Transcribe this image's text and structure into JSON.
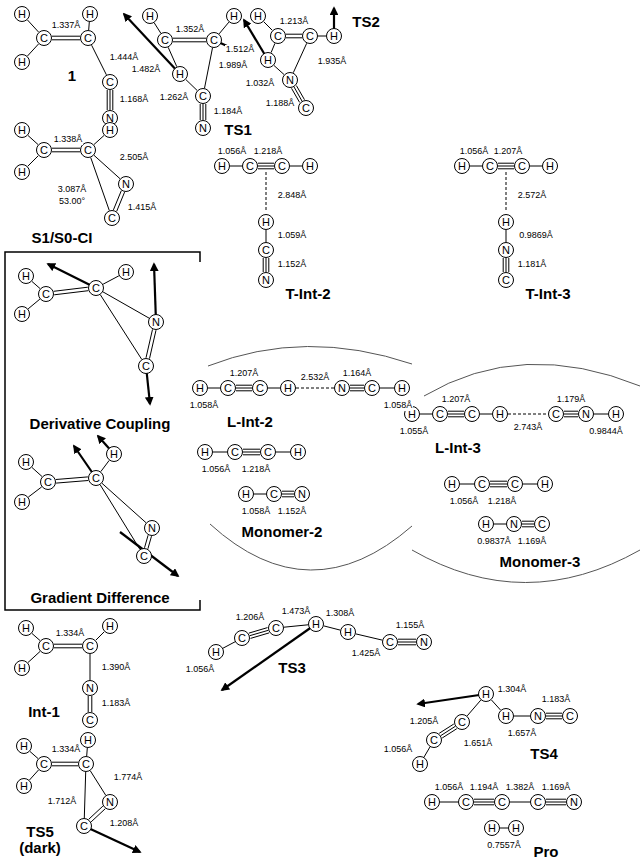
{
  "diagram": {
    "nodes": [
      {
        "text": [
          "H"
        ]
      },
      {
        "text": [
          "C"
        ]
      },
      {
        "text": [
          "C"
        ]
      },
      {
        "text": [
          "H"
        ]
      },
      {
        "text": [
          "H"
        ]
      },
      {
        "text": [
          "C"
        ]
      },
      {
        "text": [
          "N"
        ]
      },
      {
        "text": [
          "H"
        ]
      },
      {
        "text": [
          "C"
        ]
      },
      {
        "text": [
          "C"
        ]
      },
      {
        "text": [
          "H"
        ]
      },
      {
        "text": [
          "H"
        ]
      },
      {
        "text": [
          "C"
        ]
      },
      {
        "text": [
          "N"
        ]
      },
      {
        "text": [
          "H"
        ]
      },
      {
        "text": [
          "C"
        ]
      },
      {
        "text": [
          "C"
        ]
      },
      {
        "text": [
          "H"
        ]
      },
      {
        "text": [
          "H"
        ]
      },
      {
        "text": [
          "N"
        ]
      },
      {
        "text": [
          "C"
        ]
      },
      {
        "text": [
          "H"
        ]
      },
      {
        "text": [
          "C"
        ]
      },
      {
        "text": [
          "C"
        ]
      },
      {
        "text": [
          "H"
        ]
      },
      {
        "text": [
          "H"
        ]
      },
      {
        "text": [
          "N"
        ]
      },
      {
        "text": [
          "C"
        ]
      },
      {
        "text": [
          "H"
        ]
      },
      {
        "text": [
          "C"
        ]
      },
      {
        "text": [
          "C"
        ]
      },
      {
        "text": [
          "H"
        ]
      },
      {
        "text": [
          "H"
        ]
      },
      {
        "text": [
          "N"
        ]
      },
      {
        "text": [
          "C"
        ]
      },
      {
        "text": [
          "H"
        ]
      },
      {
        "text": [
          "C"
        ]
      },
      {
        "text": [
          "C"
        ]
      },
      {
        "text": [
          "H"
        ]
      },
      {
        "text": [
          "H"
        ]
      },
      {
        "text": [
          "N"
        ]
      },
      {
        "text": [
          "C"
        ]
      },
      {
        "text": [
          "H"
        ]
      },
      {
        "text": [
          "C"
        ]
      },
      {
        "text": [
          "C"
        ]
      },
      {
        "text": [
          "H"
        ]
      },
      {
        "text": [
          "H"
        ]
      },
      {
        "text": [
          "C"
        ]
      },
      {
        "text": [
          "N"
        ]
      },
      {
        "text": [
          "H"
        ]
      },
      {
        "text": [
          "C"
        ]
      },
      {
        "text": [
          "C"
        ]
      },
      {
        "text": [
          "H"
        ]
      },
      {
        "text": [
          "H"
        ]
      },
      {
        "text": [
          "N"
        ]
      },
      {
        "text": [
          "C"
        ]
      },
      {
        "text": [
          "H"
        ]
      },
      {
        "text": [
          "C"
        ]
      },
      {
        "text": [
          "C"
        ]
      },
      {
        "text": [
          "H"
        ]
      },
      {
        "text": [
          "N"
        ]
      },
      {
        "text": [
          "C"
        ]
      },
      {
        "text": [
          "H"
        ]
      },
      {
        "text": [
          "H"
        ]
      },
      {
        "text": [
          "C"
        ]
      },
      {
        "text": [
          "C"
        ]
      },
      {
        "text": [
          "H"
        ]
      },
      {
        "text": [
          "C"
        ]
      },
      {
        "text": [
          "N"
        ]
      },
      {
        "text": [
          "H"
        ]
      },
      {
        "text": [
          "H"
        ]
      },
      {
        "text": [
          "C"
        ]
      },
      {
        "text": [
          "C"
        ]
      },
      {
        "text": [
          "H"
        ]
      },
      {
        "text": [
          "H"
        ]
      },
      {
        "text": [
          "C"
        ]
      },
      {
        "text": [
          "N"
        ]
      },
      {
        "text": [
          "H"
        ]
      },
      {
        "text": [
          "C"
        ]
      },
      {
        "text": [
          "C"
        ]
      },
      {
        "text": [
          "H"
        ]
      },
      {
        "text": [
          "H"
        ]
      },
      {
        "text": [
          "N"
        ]
      },
      {
        "text": [
          "C"
        ]
      },
      {
        "text": [
          "H"
        ]
      },
      {
        "text": [
          "C"
        ]
      },
      {
        "text": [
          "C"
        ]
      },
      {
        "text": [
          "H"
        ]
      },
      {
        "text": [
          "H"
        ]
      },
      {
        "text": [
          "N"
        ]
      },
      {
        "text": [
          "C"
        ]
      },
      {
        "text": [
          "H"
        ]
      },
      {
        "text": [
          "C"
        ]
      },
      {
        "text": [
          "C"
        ]
      },
      {
        "text": [
          "H"
        ]
      },
      {
        "text": [
          "H"
        ]
      },
      {
        "text": [
          "C"
        ]
      },
      {
        "text": [
          "N"
        ]
      },
      {
        "text": [
          "H"
        ]
      },
      {
        "text": [
          "C"
        ]
      },
      {
        "text": [
          "C"
        ]
      },
      {
        "text": [
          "H"
        ]
      },
      {
        "text": [
          "H"
        ]
      },
      {
        "text": [
          "N"
        ]
      },
      {
        "text": [
          "C"
        ]
      },
      {
        "text": [
          "H"
        ]
      },
      {
        "text": [
          "C"
        ]
      },
      {
        "text": [
          "C"
        ]
      },
      {
        "text": [
          "H"
        ]
      },
      {
        "text": [
          "H"
        ]
      },
      {
        "text": [
          "N"
        ]
      },
      {
        "text": [
          "C"
        ]
      },
      {
        "text": [
          "H"
        ]
      },
      {
        "text": [
          "C"
        ]
      },
      {
        "text": [
          "C"
        ]
      },
      {
        "text": [
          "C"
        ]
      },
      {
        "text": [
          "N"
        ]
      },
      {
        "text": [
          "H"
        ]
      },
      {
        "text": [
          "H"
        ]
      }
    ],
    "edges": [
      {
        "from": 0,
        "to": 1,
        "arrow": "none"
      },
      {
        "from": 4,
        "to": 1,
        "arrow": "none"
      },
      {
        "from": 1,
        "to": 2,
        "arrow": "none"
      },
      {
        "from": 2,
        "to": 3,
        "arrow": "none"
      },
      {
        "from": 2,
        "to": 5,
        "arrow": "none"
      },
      {
        "from": 5,
        "to": 6,
        "arrow": "none"
      },
      {
        "from": 7,
        "to": 8,
        "arrow": "none"
      },
      {
        "from": 8,
        "to": 9,
        "arrow": "none"
      },
      {
        "from": 9,
        "to": 10,
        "arrow": "none"
      },
      {
        "from": 8,
        "to": 11,
        "arrow": "none"
      },
      {
        "from": 11,
        "to": 12,
        "arrow": "none"
      },
      {
        "from": 9,
        "to": 12,
        "arrow": "none"
      },
      {
        "from": 12,
        "to": 13,
        "arrow": "none"
      },
      {
        "from": 14,
        "to": 15,
        "arrow": "none"
      },
      {
        "from": 15,
        "to": 16,
        "arrow": "none"
      },
      {
        "from": 16,
        "to": 17,
        "arrow": "none"
      },
      {
        "from": 15,
        "to": 18,
        "arrow": "none"
      },
      {
        "from": 18,
        "to": 19,
        "arrow": "none"
      },
      {
        "from": 16,
        "to": 19,
        "arrow": "none"
      },
      {
        "from": 19,
        "to": 20,
        "arrow": "none"
      },
      {
        "from": 21,
        "to": 22,
        "arrow": "none"
      },
      {
        "from": 25,
        "to": 22,
        "arrow": "none"
      },
      {
        "from": 22,
        "to": 23,
        "arrow": "none"
      },
      {
        "from": 23,
        "to": 24,
        "arrow": "none"
      },
      {
        "from": 23,
        "to": 26,
        "arrow": "none"
      },
      {
        "from": 23,
        "to": 27,
        "arrow": "none"
      },
      {
        "from": 26,
        "to": 27,
        "arrow": "none"
      },
      {
        "from": 28,
        "to": 29,
        "arrow": "none"
      },
      {
        "from": 32,
        "to": 29,
        "arrow": "none"
      },
      {
        "from": 29,
        "to": 30,
        "arrow": "none"
      },
      {
        "from": 30,
        "to": 31,
        "arrow": "none"
      },
      {
        "from": 30,
        "to": 33,
        "arrow": "none"
      },
      {
        "from": 30,
        "to": 34,
        "arrow": "none"
      },
      {
        "from": 33,
        "to": 34,
        "arrow": "none"
      },
      {
        "from": 35,
        "to": 36,
        "arrow": "none"
      },
      {
        "from": 39,
        "to": 36,
        "arrow": "none"
      },
      {
        "from": 36,
        "to": 37,
        "arrow": "none"
      },
      {
        "from": 37,
        "to": 38,
        "arrow": "none"
      },
      {
        "from": 37,
        "to": 40,
        "arrow": "none"
      },
      {
        "from": 37,
        "to": 41,
        "arrow": "none"
      },
      {
        "from": 40,
        "to": 41,
        "arrow": "none"
      },
      {
        "from": 42,
        "to": 43,
        "arrow": "none"
      },
      {
        "from": 43,
        "to": 44,
        "arrow": "none"
      },
      {
        "from": 44,
        "to": 45,
        "arrow": "none"
      },
      {
        "from": 46,
        "to": 47,
        "arrow": "none"
      },
      {
        "from": 47,
        "to": 48,
        "arrow": "none"
      },
      {
        "from": 49,
        "to": 50,
        "arrow": "none"
      },
      {
        "from": 50,
        "to": 51,
        "arrow": "none"
      },
      {
        "from": 51,
        "to": 52,
        "arrow": "none"
      },
      {
        "from": 53,
        "to": 54,
        "arrow": "none"
      },
      {
        "from": 54,
        "to": 55,
        "arrow": "none"
      },
      {
        "from": 56,
        "to": 57,
        "arrow": "none"
      },
      {
        "from": 57,
        "to": 58,
        "arrow": "none"
      },
      {
        "from": 58,
        "to": 59,
        "arrow": "none"
      },
      {
        "from": 59,
        "to": 60,
        "arrow": "none"
      },
      {
        "from": 60,
        "to": 61,
        "arrow": "none"
      },
      {
        "from": 61,
        "to": 62,
        "arrow": "none"
      },
      {
        "from": 63,
        "to": 64,
        "arrow": "none"
      },
      {
        "from": 64,
        "to": 65,
        "arrow": "none"
      },
      {
        "from": 65,
        "to": 66,
        "arrow": "none"
      },
      {
        "from": 66,
        "to": 67,
        "arrow": "none"
      },
      {
        "from": 67,
        "to": 68,
        "arrow": "none"
      },
      {
        "from": 68,
        "to": 69,
        "arrow": "none"
      },
      {
        "from": 70,
        "to": 71,
        "arrow": "none"
      },
      {
        "from": 71,
        "to": 72,
        "arrow": "none"
      },
      {
        "from": 72,
        "to": 73,
        "arrow": "none"
      },
      {
        "from": 74,
        "to": 75,
        "arrow": "none"
      },
      {
        "from": 75,
        "to": 76,
        "arrow": "none"
      },
      {
        "from": 77,
        "to": 78,
        "arrow": "none"
      },
      {
        "from": 78,
        "to": 79,
        "arrow": "none"
      },
      {
        "from": 79,
        "to": 80,
        "arrow": "none"
      },
      {
        "from": 81,
        "to": 82,
        "arrow": "none"
      },
      {
        "from": 82,
        "to": 83,
        "arrow": "none"
      },
      {
        "from": 84,
        "to": 85,
        "arrow": "none"
      },
      {
        "from": 88,
        "to": 85,
        "arrow": "none"
      },
      {
        "from": 85,
        "to": 86,
        "arrow": "none"
      },
      {
        "from": 86,
        "to": 87,
        "arrow": "none"
      },
      {
        "from": 86,
        "to": 89,
        "arrow": "none"
      },
      {
        "from": 89,
        "to": 90,
        "arrow": "none"
      },
      {
        "from": 91,
        "to": 92,
        "arrow": "none"
      },
      {
        "from": 92,
        "to": 93,
        "arrow": "none"
      },
      {
        "from": 93,
        "to": 94,
        "arrow": "none"
      },
      {
        "from": 94,
        "to": 95,
        "arrow": "none"
      },
      {
        "from": 95,
        "to": 96,
        "arrow": "none"
      },
      {
        "from": 96,
        "to": 97,
        "arrow": "none"
      },
      {
        "from": 98,
        "to": 99,
        "arrow": "none"
      },
      {
        "from": 99,
        "to": 100,
        "arrow": "none"
      },
      {
        "from": 100,
        "to": 101,
        "arrow": "none"
      },
      {
        "from": 101,
        "to": 102,
        "arrow": "none"
      },
      {
        "from": 102,
        "to": 103,
        "arrow": "none"
      },
      {
        "from": 103,
        "to": 104,
        "arrow": "none"
      },
      {
        "from": 105,
        "to": 106,
        "arrow": "none"
      },
      {
        "from": 109,
        "to": 106,
        "arrow": "none"
      },
      {
        "from": 106,
        "to": 107,
        "arrow": "none"
      },
      {
        "from": 107,
        "to": 108,
        "arrow": "none"
      },
      {
        "from": 107,
        "to": 110,
        "arrow": "none"
      },
      {
        "from": 107,
        "to": 111,
        "arrow": "none"
      },
      {
        "from": 110,
        "to": 111,
        "arrow": "none"
      },
      {
        "from": 112,
        "to": 113,
        "arrow": "none"
      },
      {
        "from": 113,
        "to": 114,
        "arrow": "none"
      },
      {
        "from": 114,
        "to": 115,
        "arrow": "none"
      },
      {
        "from": 115,
        "to": 116,
        "arrow": "none"
      },
      {
        "from": 117,
        "to": 118,
        "arrow": "none"
      }
    ],
    "labels": [
      "1",
      "1.337Å",
      "1.444Å",
      "1.168Å",
      "TS1",
      "1.352Å",
      "1.482Å",
      "1.262Å",
      "1.989Å",
      "1.184Å",
      "TS2",
      "1.213Å",
      "1.512Å",
      "1.032Å",
      "1.935Å",
      "1.188Å",
      "S1/S0-CI",
      "1.338Å",
      "2.505Å",
      "3.087Å",
      "53.00°",
      "1.415Å",
      "T-Int-2",
      "1.056Å",
      "1.218Å",
      "2.848Å",
      "1.059Å",
      "1.152Å",
      "T-Int-3",
      "1.056Å",
      "1.207Å",
      "2.572Å",
      "0.9869Å",
      "1.181Å",
      "Derivative Coupling",
      "L-Int-2",
      "1.207Å",
      "1.164Å",
      "1.058Å",
      "2.532Å",
      "1.058Å",
      "L-Int-3",
      "1.207Å",
      "1.179Å",
      "1.055Å",
      "2.743Å",
      "0.9844Å",
      "Monomer-2",
      "1.056Å",
      "1.218Å",
      "1.058Å",
      "1.152Å",
      "Monomer-3",
      "1.056Å",
      "1.218Å",
      "0.9837Å",
      "1.169Å",
      "Gradient Difference",
      "Int-1",
      "1.334Å",
      "1.390Å",
      "1.183Å",
      "TS3",
      "1.206Å",
      "1.473Å",
      "1.308Å",
      "1.425Å",
      "1.155Å",
      "1.056Å",
      "TS4",
      "1.304Å",
      "1.657Å",
      "1.183Å",
      "1.651Å",
      "1.205Å",
      "1.056Å",
      "TS5 (dark)",
      "1.334Å",
      "1.774Å",
      "1.712Å",
      "1.208Å",
      "Pro",
      "1.056Å",
      "1.194Å",
      "1.382Å",
      "1.169Å",
      "0.7557Å"
    ]
  }
}
